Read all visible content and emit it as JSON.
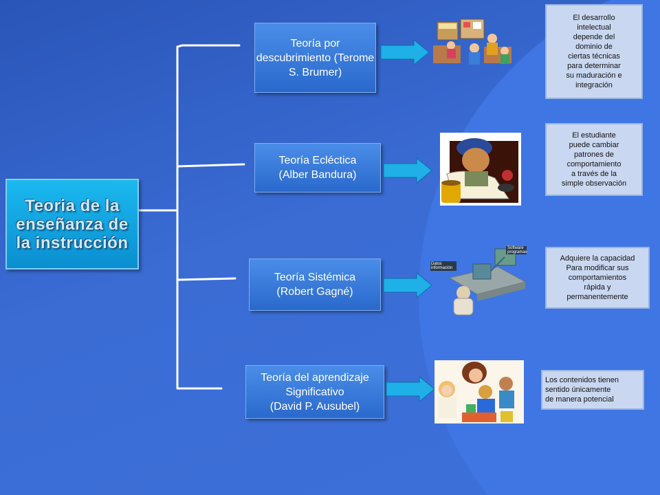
{
  "root": {
    "title": "Teoria de la enseñanza de la instrucción"
  },
  "branches": [
    {
      "theory": "Teoría por descubrimiento (Terome S. Brumer)",
      "image": "classroom-group-illustration",
      "note": "El desarrollo\nintelectual\ndepende del\ndominio de\nciertas técnicas\npara determinar\nsu maduración e\nintegración"
    },
    {
      "theory": "Teoría Ecléctica\n(Alber Bandura)",
      "image": "student-reading-book-illustration",
      "note": "El estudiante\npuede cambiar\npatrones de\ncomportamiento\na través de la\nsimple observación"
    },
    {
      "theory": "Teoría Sistémica\n(Robert Gagné)",
      "image": "computer-workstation-illustration",
      "image_labels": [
        "Datos\ninformación",
        "Software\nprogramas"
      ],
      "note": "Adquiere la capacidad\nPara modificar sus\ncomportamientos\nrápida y\npermanentemente"
    },
    {
      "theory": "Teoría del aprendizaje\nSignificativo\n(David P. Ausubel)",
      "image": "children-learning-photo",
      "note": "Los contenidos tienen\nsentido únicamente\nde manera  potencial"
    }
  ],
  "colors": {
    "background": "#3b6fd6",
    "root": "#16a9e6",
    "theory": "#3a7ad9",
    "arrow": "#1fb0e8",
    "note": "#c9d7f0"
  }
}
